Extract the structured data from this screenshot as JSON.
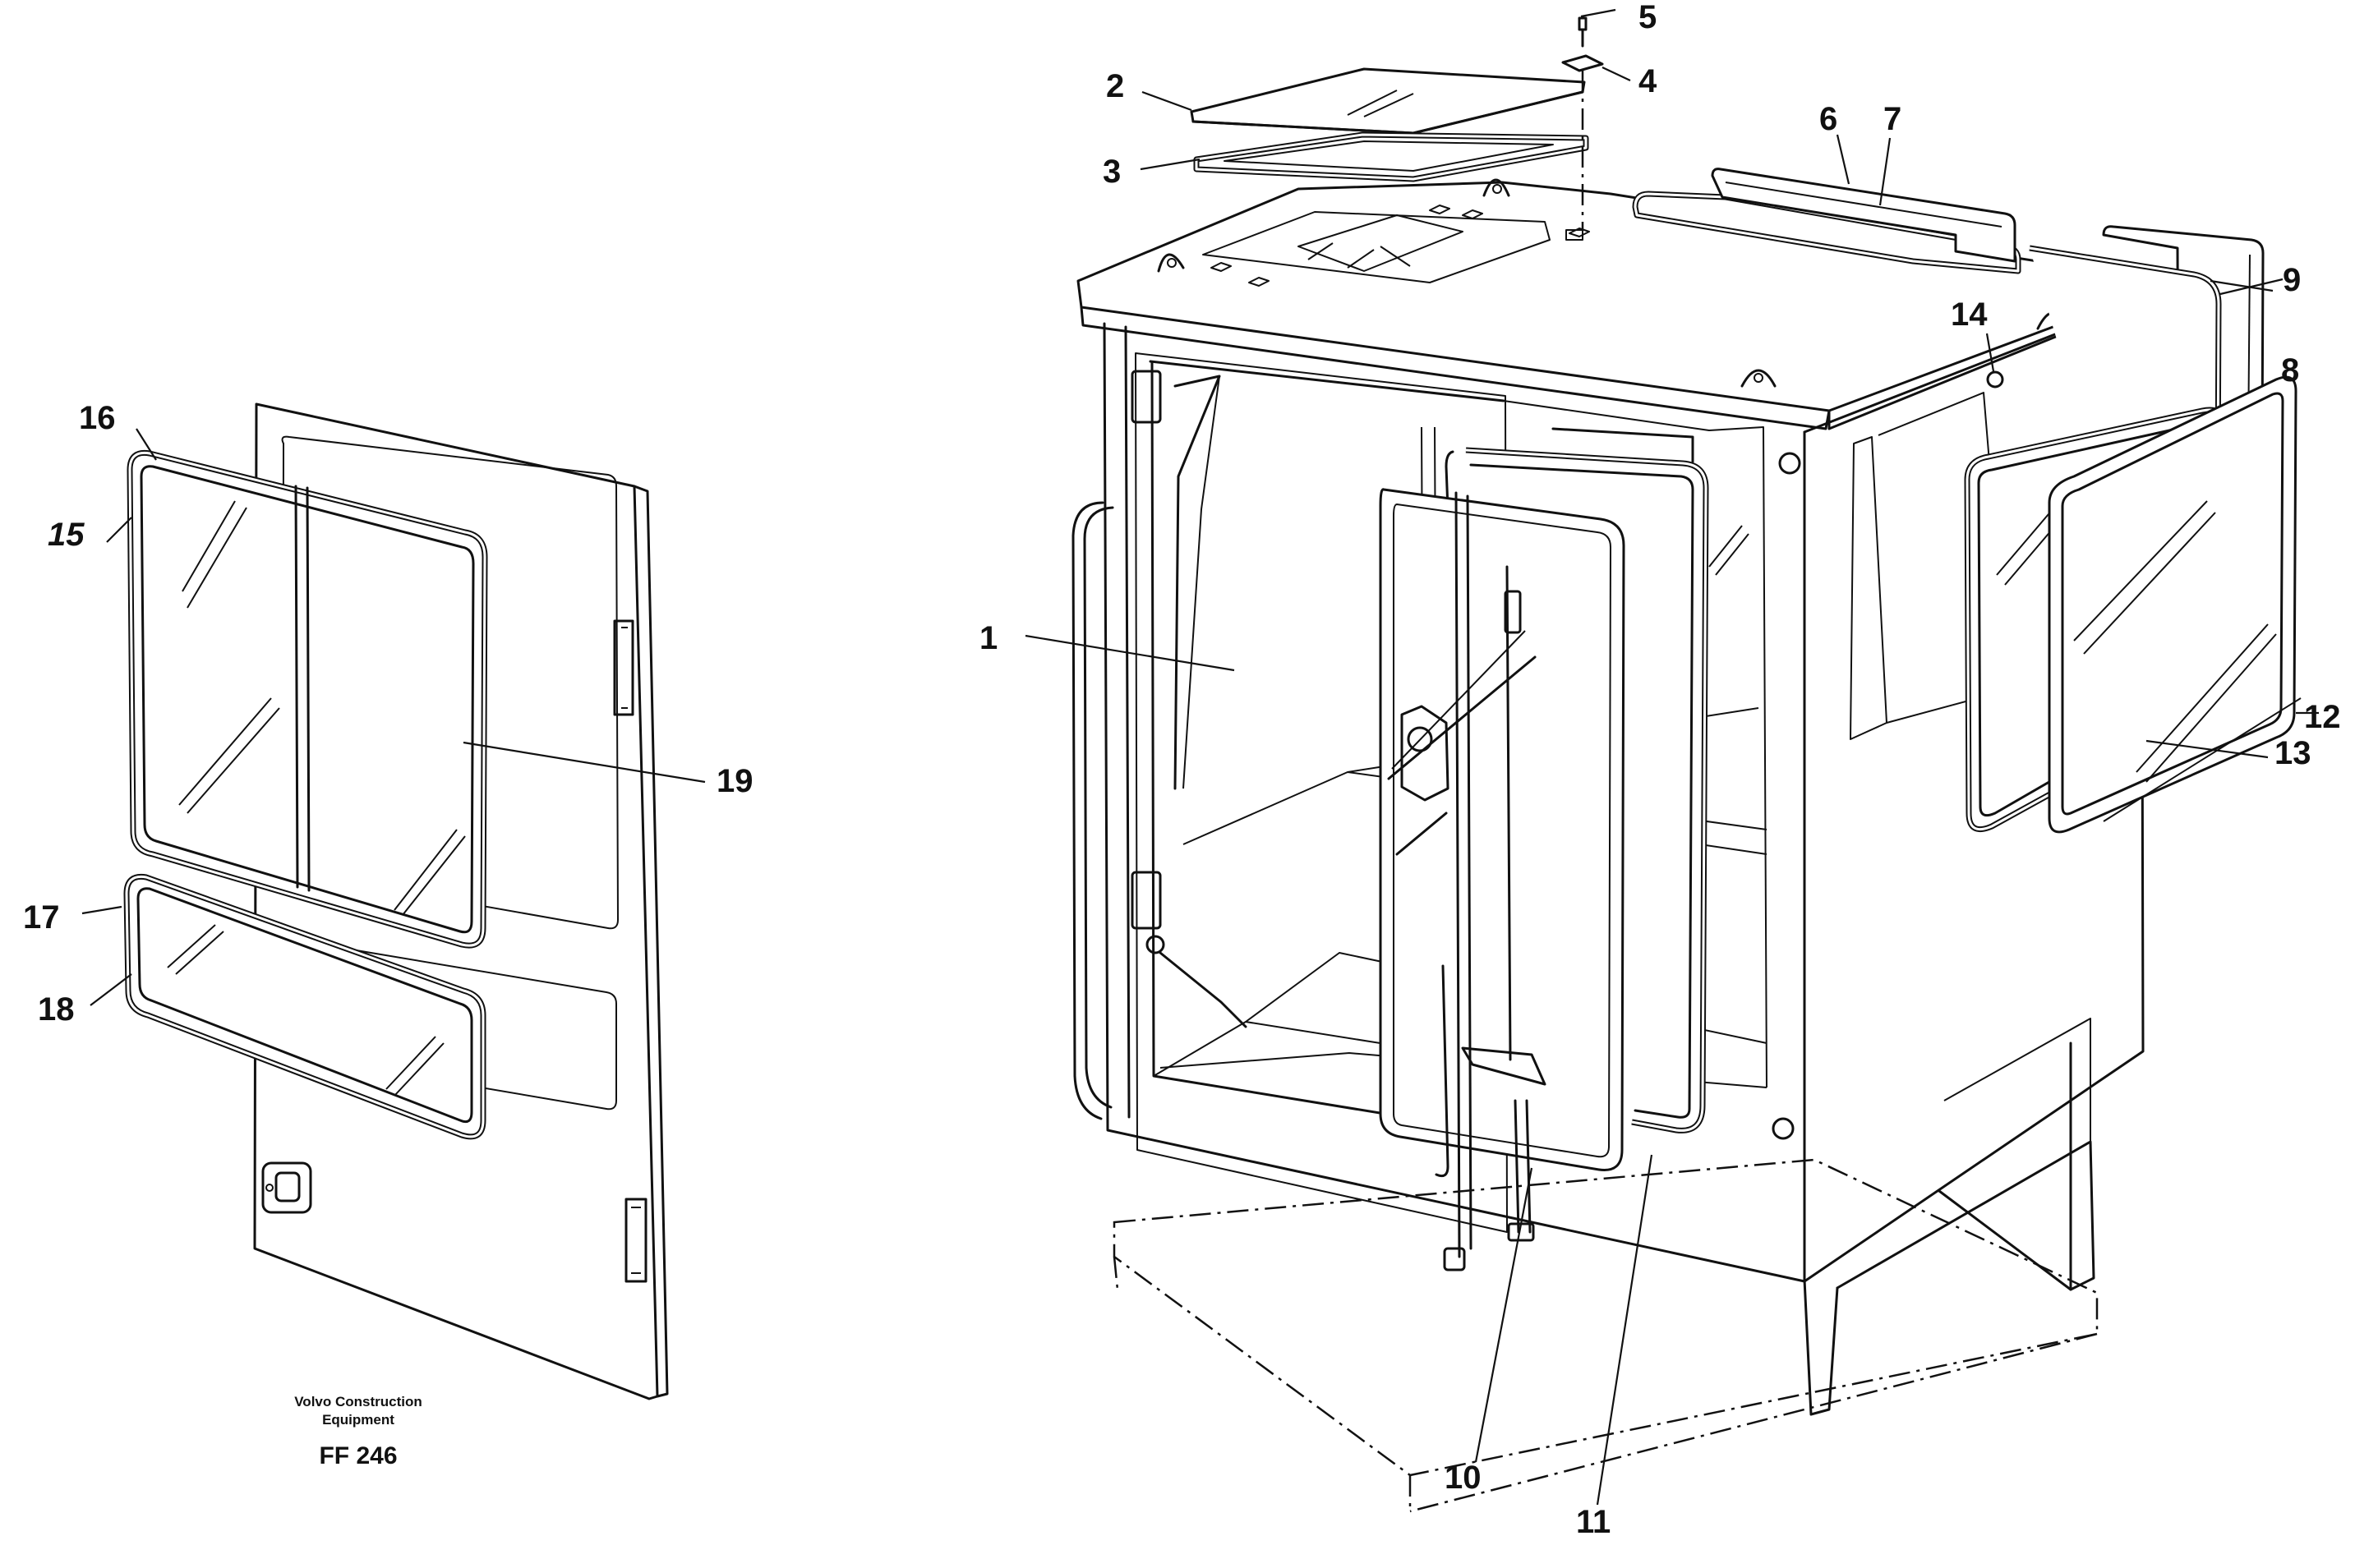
{
  "callouts": [
    {
      "id": "1",
      "text": "1"
    },
    {
      "id": "2",
      "text": "2"
    },
    {
      "id": "3",
      "text": "3"
    },
    {
      "id": "4",
      "text": "4"
    },
    {
      "id": "5",
      "text": "5"
    },
    {
      "id": "6",
      "text": "6"
    },
    {
      "id": "7",
      "text": "7"
    },
    {
      "id": "8",
      "text": "8"
    },
    {
      "id": "9",
      "text": "9"
    },
    {
      "id": "10",
      "text": "10"
    },
    {
      "id": "11",
      "text": "11"
    },
    {
      "id": "12",
      "text": "12"
    },
    {
      "id": "13",
      "text": "13"
    },
    {
      "id": "14",
      "text": "14"
    },
    {
      "id": "15",
      "text": "15"
    },
    {
      "id": "16",
      "text": "16"
    },
    {
      "id": "17",
      "text": "17"
    },
    {
      "id": "18",
      "text": "18"
    },
    {
      "id": "19",
      "text": "19"
    }
  ],
  "caption": {
    "brand_line1": "Volvo Construction",
    "brand_line2": "Equipment",
    "figure_id": "FF 246"
  }
}
